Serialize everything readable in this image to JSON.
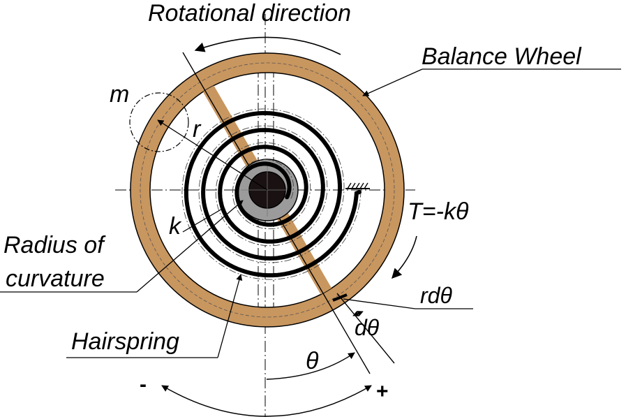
{
  "labels": {
    "rotational_direction": "Rotational direction",
    "balance_wheel": "Balance Wheel",
    "mass": "m",
    "radius": "r",
    "stiffness": "k",
    "radius_of_curvature_line1": "Radius of",
    "radius_of_curvature_line2": "curvature",
    "torque": "T=-kθ",
    "arc_element": "rdθ",
    "d_theta": "dθ",
    "hairspring": "Hairspring",
    "theta": "θ",
    "minus": "-",
    "plus": "+"
  },
  "colors": {
    "rim": "#c8965f",
    "rim_outline": "#000000",
    "hub": "#9b9b9b",
    "spring": "#000000"
  }
}
